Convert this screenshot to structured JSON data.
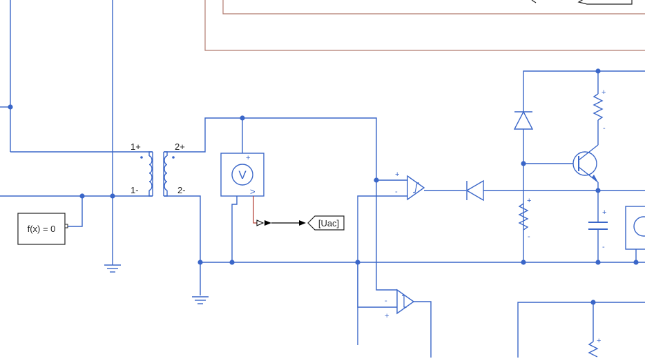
{
  "diagram": {
    "fcn_block_label": "f(x) = 0",
    "goto_tag": "[Uac]",
    "transformer": {
      "primary_top": "1+",
      "primary_bottom": "1-",
      "secondary_top": "2+",
      "secondary_bottom": "2-"
    },
    "voltmeter_symbol": "V",
    "voltmeter_output": ">",
    "comparator_top": {
      "plus": "+",
      "minus": "-"
    },
    "comparator_bottom": {
      "plus": "+",
      "minus": "-"
    },
    "plus_sign": "+",
    "minus_sign": "-"
  },
  "colors": {
    "wire": "#3a66c8",
    "signal_line": "#000000",
    "subsystem_border": "#b07a6e",
    "signal_red": "#b03a2e"
  }
}
